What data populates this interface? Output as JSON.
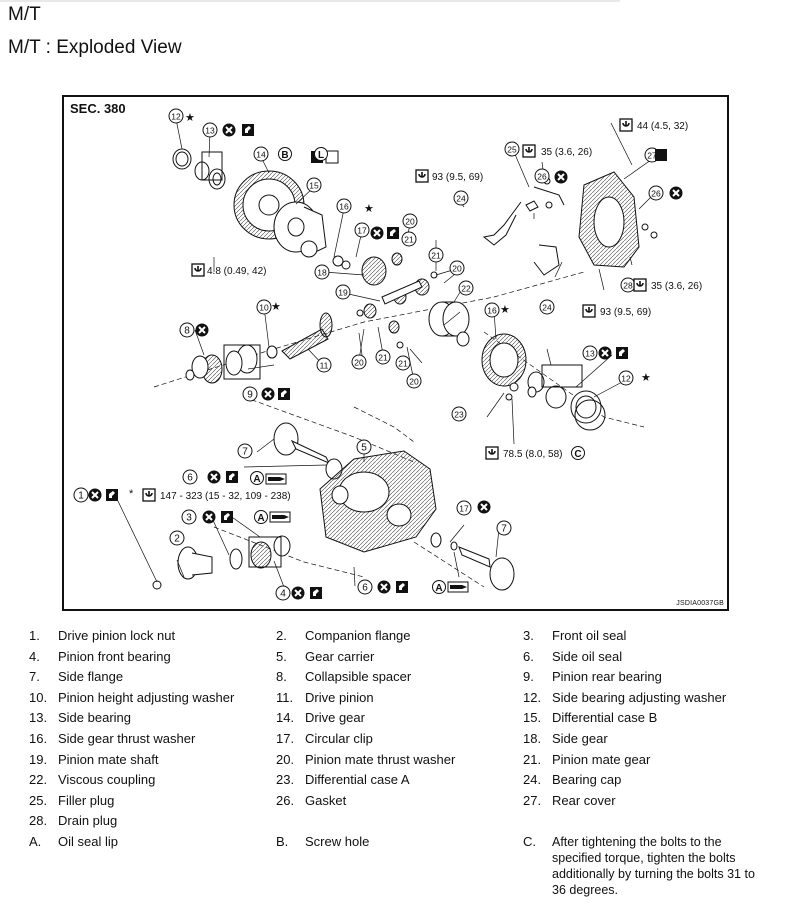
{
  "header": {
    "line1": "M/T",
    "line2": "M/T : Exploded View"
  },
  "figure": {
    "section": "SEC. 380",
    "code": "JSDIA0037GB",
    "callouts": [
      "1",
      "2",
      "3",
      "4",
      "5",
      "6",
      "7",
      "8",
      "9",
      "10",
      "11",
      "12",
      "13",
      "14",
      "15",
      "16",
      "17",
      "18",
      "19",
      "20",
      "21",
      "22",
      "23",
      "24",
      "25",
      "26",
      "27",
      "28"
    ],
    "torques": [
      "147 - 323 (15 - 32, 109 - 238)",
      "4.8 (0.49, 42)",
      "93 (9.5, 69)",
      "35 (3.6, 26)",
      "44 (4.5, 32)",
      "35 (3.6, 26)",
      "93 (9.5, 69)",
      "78.5 (8.0, 58)"
    ],
    "note_letters": {
      "a": "A",
      "b": "B",
      "c": "C",
      "l": "L"
    },
    "star": "★",
    "asterisk": "*"
  },
  "legend": [
    {
      "n": "1.",
      "label": "Drive pinion lock nut"
    },
    {
      "n": "2.",
      "label": "Companion flange"
    },
    {
      "n": "3.",
      "label": "Front oil seal"
    },
    {
      "n": "4.",
      "label": "Pinion front bearing"
    },
    {
      "n": "5.",
      "label": "Gear carrier"
    },
    {
      "n": "6.",
      "label": "Side oil seal"
    },
    {
      "n": "7.",
      "label": "Side flange"
    },
    {
      "n": "8.",
      "label": "Collapsible spacer"
    },
    {
      "n": "9.",
      "label": "Pinion rear bearing"
    },
    {
      "n": "10.",
      "label": "Pinion height adjusting washer"
    },
    {
      "n": "11.",
      "label": "Drive pinion"
    },
    {
      "n": "12.",
      "label": "Side bearing adjusting washer"
    },
    {
      "n": "13.",
      "label": "Side bearing"
    },
    {
      "n": "14.",
      "label": "Drive gear"
    },
    {
      "n": "15.",
      "label": "Differential case B"
    },
    {
      "n": "16.",
      "label": "Side gear thrust washer"
    },
    {
      "n": "17.",
      "label": "Circular clip"
    },
    {
      "n": "18.",
      "label": "Side gear"
    },
    {
      "n": "19.",
      "label": "Pinion mate shaft"
    },
    {
      "n": "20.",
      "label": "Pinion mate thrust washer"
    },
    {
      "n": "21.",
      "label": "Pinion mate gear"
    },
    {
      "n": "22.",
      "label": "Viscous coupling"
    },
    {
      "n": "23.",
      "label": "Differential case A"
    },
    {
      "n": "24.",
      "label": "Bearing cap"
    },
    {
      "n": "25.",
      "label": "Filler plug"
    },
    {
      "n": "26.",
      "label": "Gasket"
    },
    {
      "n": "27.",
      "label": "Rear cover"
    },
    {
      "n": "28.",
      "label": "Drain plug"
    },
    {
      "n": "A.",
      "label": "Oil seal lip"
    },
    {
      "n": "B.",
      "label": "Screw hole"
    }
  ],
  "note_c": {
    "n": "C.",
    "text": "After tightening the bolts to the specified torque, tighten the bolts additionally by turning the bolts 31 to 36 degrees."
  }
}
